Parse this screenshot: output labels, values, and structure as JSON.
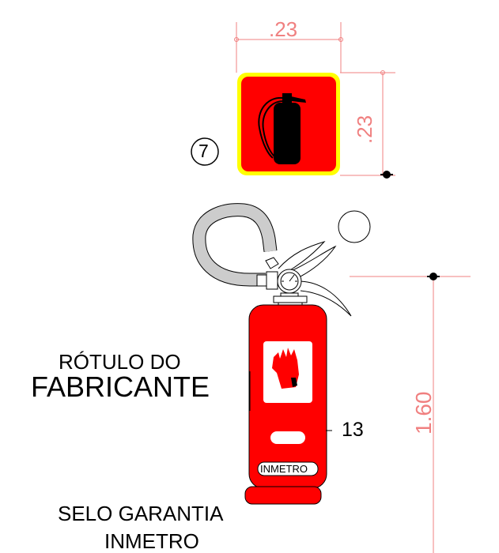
{
  "colors": {
    "dimension": "#f08080",
    "sign_fill": "#ff0000",
    "sign_border": "#ffff00",
    "extinguisher_body": "#ff0000",
    "hose": "#cccccc",
    "ink": "#000000"
  },
  "sign": {
    "width_label": ".23",
    "height_label": ".23",
    "callout_number": "7",
    "icon": "fire-extinguisher-icon"
  },
  "extinguisher": {
    "side_number": "13",
    "inmetro_badge": "INMETRO",
    "height_label": "1.60",
    "panel_icon": "fire-hand-icon"
  },
  "labels": {
    "manufacturer_line1": "RÓTULO DO",
    "manufacturer_line2": "FABRICANTE",
    "seal_line1": "SELO GARANTIA",
    "seal_line2": "INMETRO"
  }
}
